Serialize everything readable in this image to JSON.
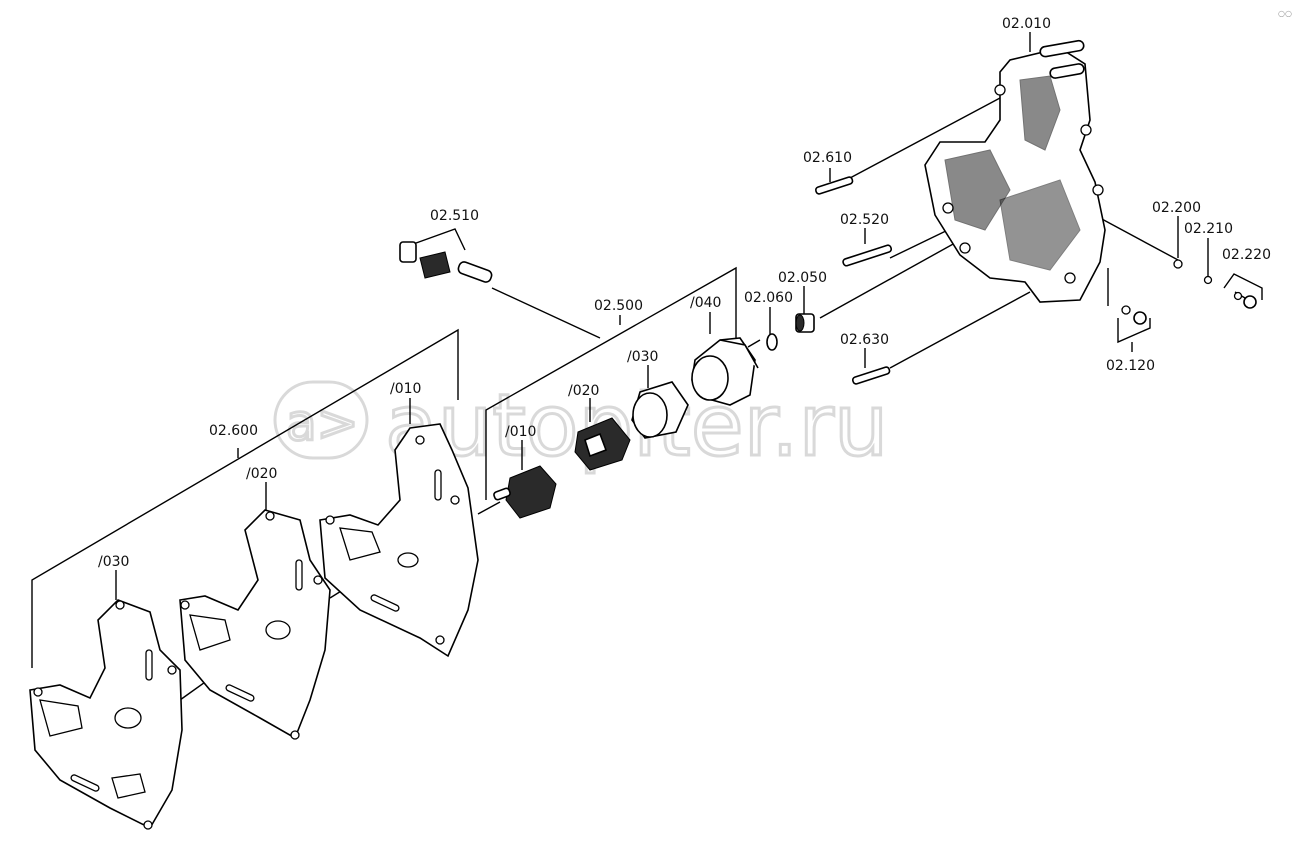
{
  "watermark": {
    "text": "autopiter.ru"
  },
  "labels": {
    "l02010": "02.010",
    "l02610": "02.610",
    "l02520": "02.520",
    "l02510": "02.510",
    "l02500": "02.500",
    "l040": "/040",
    "l02060": "02.060",
    "l02050": "02.050",
    "l02630": "02.630",
    "l02200": "02.200",
    "l02210": "02.210",
    "l02220": "02.220",
    "l02120": "02.120",
    "l030a": "/030",
    "l020a": "/020",
    "l010a": "/010",
    "l02600": "02.600",
    "l010b": "/010",
    "l020b": "/020",
    "l030b": "/030"
  }
}
